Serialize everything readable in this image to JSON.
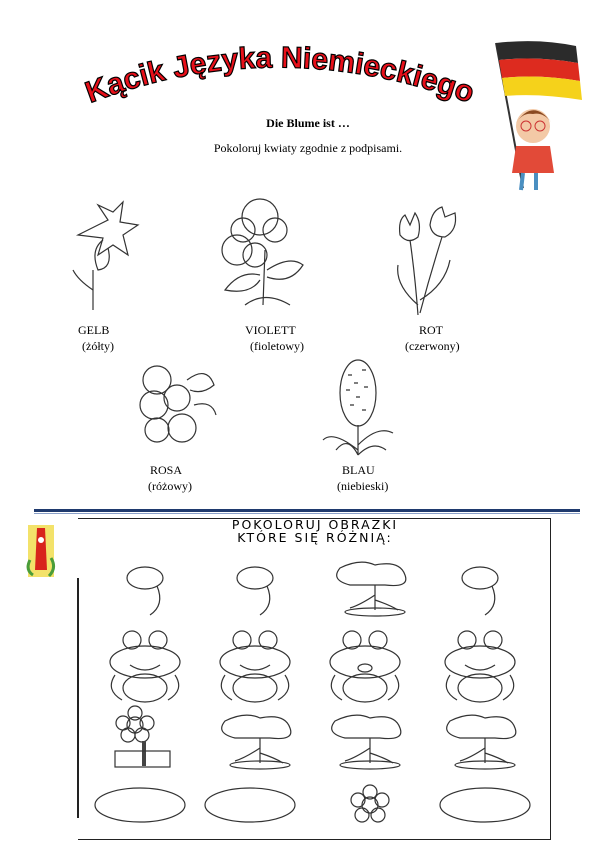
{
  "header": {
    "title": "Kącik Języka Niemieckiego",
    "subtitle": "Die Blume ist …",
    "instruction": "Pokoloruj kwiaty zgodnie z podpisami."
  },
  "flowers": [
    {
      "de": "GELB",
      "pl": "(żółty)"
    },
    {
      "de": "VIOLETT",
      "pl": "(fioletowy)"
    },
    {
      "de": "ROT",
      "pl": "(czerwony)"
    },
    {
      "de": "ROSA",
      "pl": "(różowy)"
    },
    {
      "de": "BLAU",
      "pl": "(niebieski)"
    }
  ],
  "exercise": {
    "line1": "POKOLORUJ OBRAZKI",
    "line2": "KTÓRE SIĘ RÓŻNIĄ:"
  },
  "colors": {
    "title": "#e8101a",
    "divider": "#1f3a6e",
    "flag_black": "#2b2b2b",
    "flag_red": "#dd2b1f",
    "flag_gold": "#f5d21b"
  }
}
